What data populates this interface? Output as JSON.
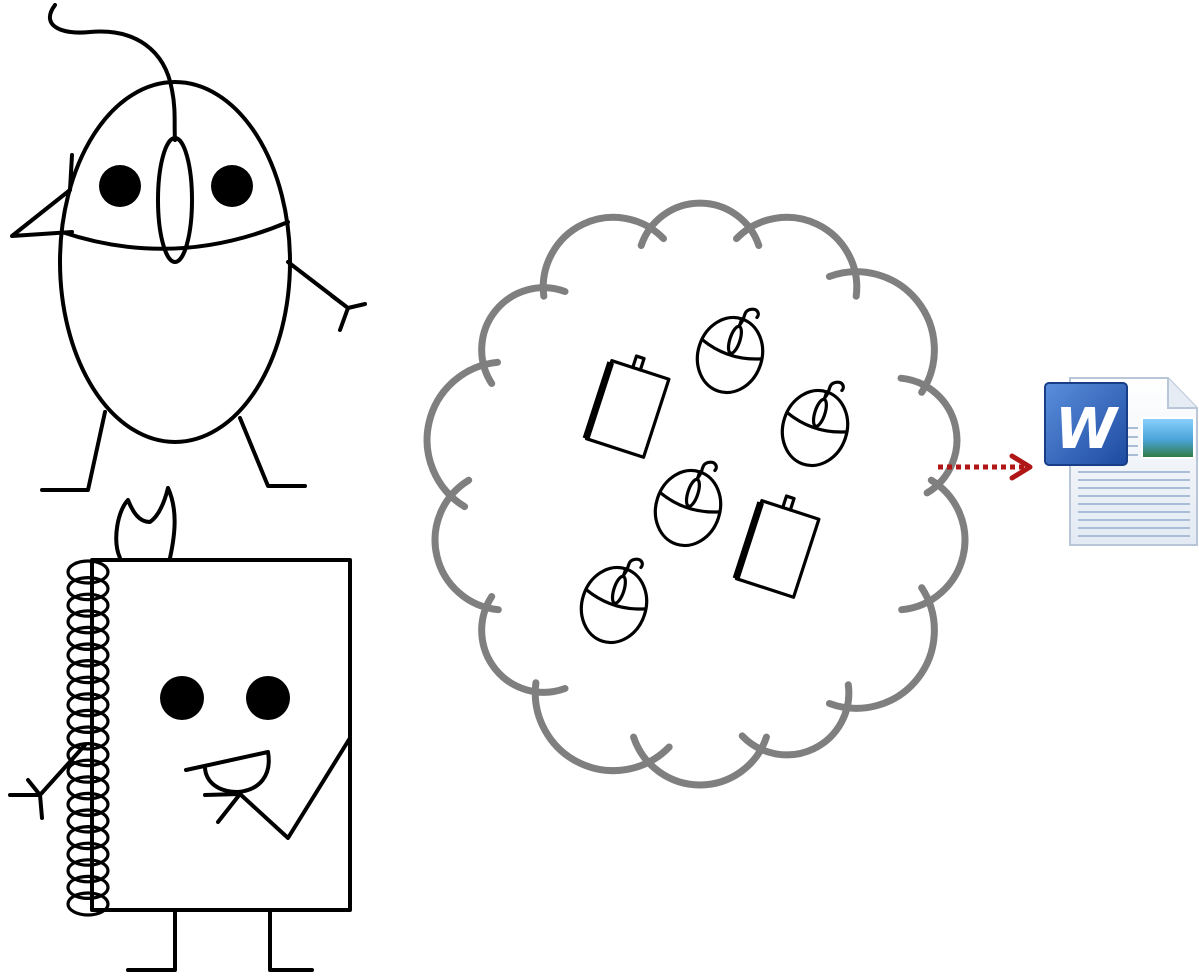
{
  "colors": {
    "ink": "#000000",
    "cloud_outline": "#7f7f7f",
    "arrow": "#b01616",
    "word_icon_blue": "#1f4e9c",
    "word_icon_paper": "#f4f7fb",
    "word_icon_lines": "#a9bdd6"
  },
  "icons": {
    "mouse_character": "mouse-character",
    "notebook_character": "notebook-character",
    "cloud": "cloud-shape",
    "mini_mouse": "mouse-icon",
    "mini_notebook": "notebook-icon",
    "arrow": "dotted-arrow-right",
    "document": "word-document-icon"
  },
  "document_icon": {
    "letter": "W"
  }
}
